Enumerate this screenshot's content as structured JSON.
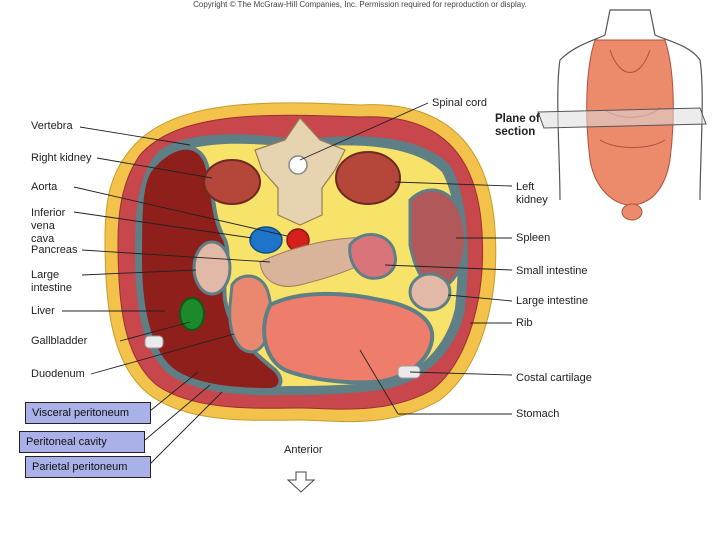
{
  "copyright": "Copyright © The McGraw-Hill Companies, Inc. Permission required for reproduction or display.",
  "labels_left": {
    "vertebra": "Vertebra",
    "right_kidney": "Right kidney",
    "aorta": "Aorta",
    "inferior_vena_cava": "Inferior vena cava",
    "pancreas": "Pancreas",
    "large_intestine": "Large intestine",
    "liver": "Liver",
    "gallbladder": "Gallbladder",
    "duodenum": "Duodenum"
  },
  "labels_right": {
    "spinal_cord": "Spinal cord",
    "plane_of_section": "Plane of section",
    "left_kidney": "Left kidney",
    "spleen": "Spleen",
    "small_intestine": "Small intestine",
    "large_intestine": "Large intestine",
    "rib": "Rib",
    "costal_cartilage": "Costal cartilage",
    "stomach": "Stomach"
  },
  "boxed_labels": {
    "visceral_peritoneum": "Visceral peritoneum",
    "peritoneal_cavity": "Peritoneal cavity",
    "parietal_peritoneum": "Parietal peritoneum"
  },
  "anterior": "Anterior",
  "colors": {
    "skin": "#f2c24a",
    "muscle": "#c7474d",
    "liver": "#8e1f1a",
    "kidney": "#b4473a",
    "spleen": "#b0585a",
    "stomach": "#ef7d6c",
    "peritoneum": "#5e7f86",
    "fat": "#f7e36a",
    "ivc": "#1e74c8",
    "aorta": "#d4201c",
    "gallbladder": "#1d8a2a",
    "bone": "#e6d4b0",
    "box_fill": "#aab0e8"
  }
}
